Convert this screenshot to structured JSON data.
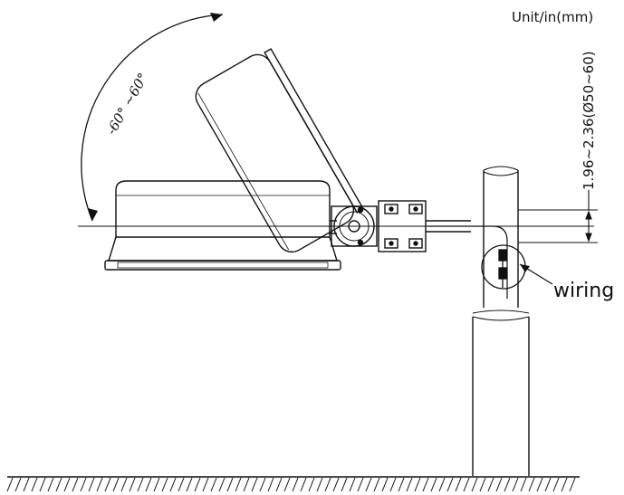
{
  "units_label": "Unit/in(mm)",
  "dimension_label": "1.96~2.36(Ø50~60)",
  "angle_label": "-60° ~60°",
  "callout_label": "wiring"
}
